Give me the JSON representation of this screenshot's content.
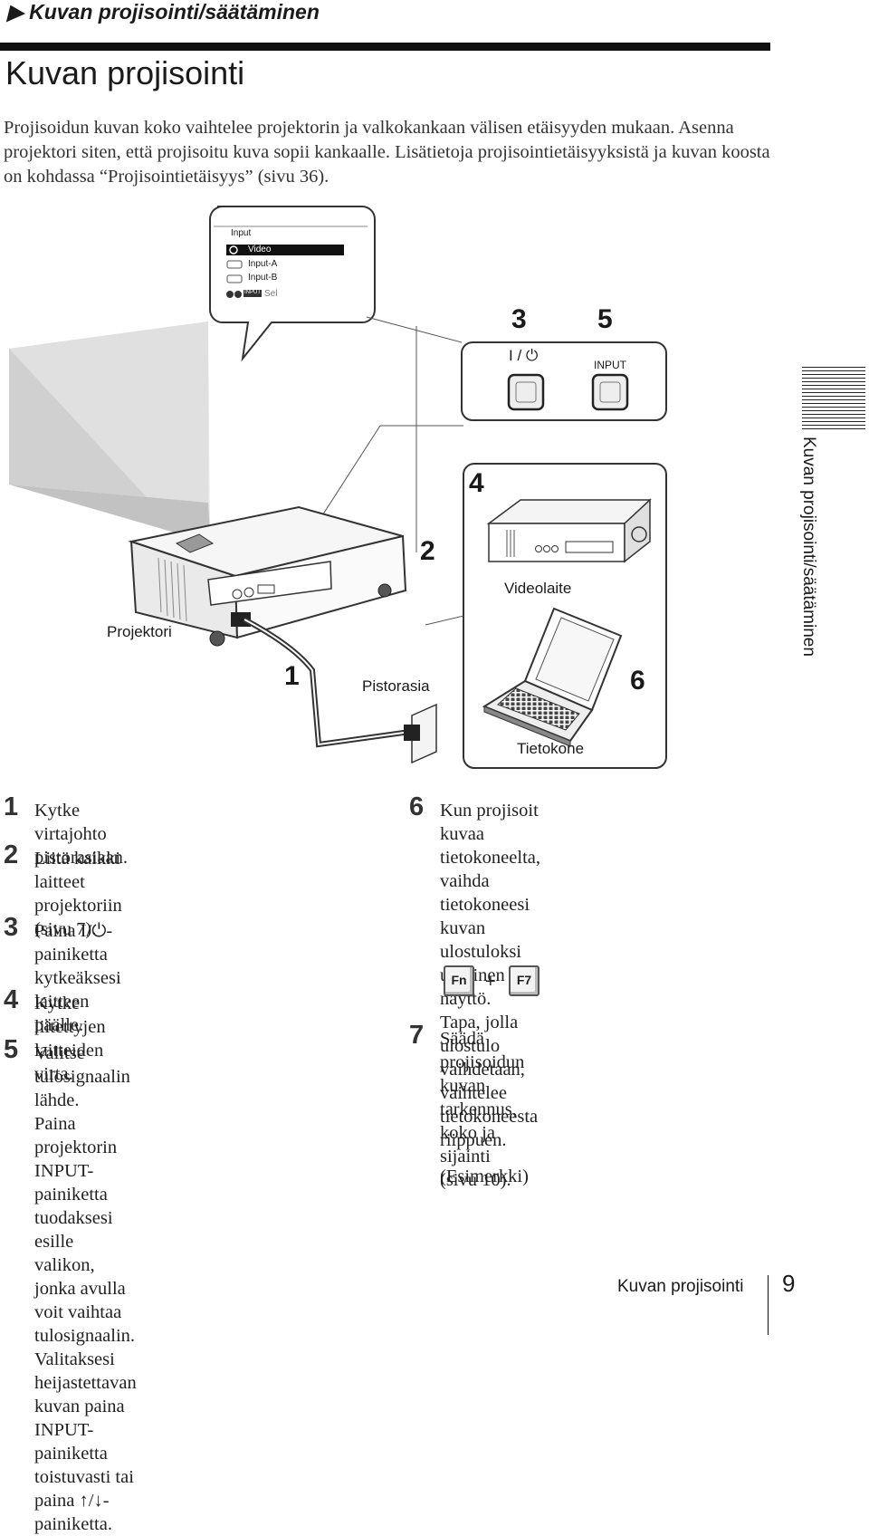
{
  "header": {
    "section_title": "Kuvan projisointi/säätäminen",
    "page_title": "Kuvan projisointi",
    "intro": "Projisoidun kuvan koko vaihtelee projektorin ja valkokankaan välisen etäisyyden mukaan. Asenna projektori siten, että projisoitu kuva sopii kankaalle. Lisätietoja projisointietäisyyksistä ja kuvan koosta on kohdassa “Projisointietäisyys” (sivu 36)."
  },
  "diagram": {
    "menu": {
      "title": "Input",
      "items": [
        "Video",
        "Input-A",
        "Input-B"
      ],
      "sel_key": "INPUT",
      "sel_label": "Sel"
    },
    "panel": {
      "num_power": "3",
      "num_input": "5",
      "power_label": "I / ⏻",
      "input_label": "INPUT"
    },
    "labels": {
      "projector": "Projektori",
      "outlet": "Pistorasia",
      "video": "Videolaite",
      "computer": "Tietokone"
    },
    "numbers": {
      "n1": "1",
      "n2": "2",
      "n4": "4",
      "n6": "6"
    }
  },
  "side_tab": "Kuvan projisointi/säätäminen",
  "steps": [
    {
      "num": "1",
      "text": "Kytke virtajohto pistorasiaan."
    },
    {
      "num": "2",
      "lines": [
        "Liitä kaikki laitteet projektoriin",
        "(sivu 7)."
      ]
    },
    {
      "num": "3",
      "lines": [
        "Paina I/⏻-painiketta kytkeäksesi",
        "laitteen päälle."
      ]
    },
    {
      "num": "4",
      "text": "Kytke liitettyjen laitteiden virta."
    },
    {
      "num": "5",
      "text": "Valitse tulosignaalin lähde.",
      "detail": [
        "Paina projektorin INPUT-painiketta",
        "tuodaksesi esille valikon, jonka avulla",
        "voit vaihtaa tulosignaalin. Valitaksesi",
        "heijastettavan kuvan paina INPUT-",
        "painiketta toistuvasti tai paina ↑/↓-",
        "painiketta."
      ]
    },
    {
      "num": "6",
      "lines": [
        "Kun projisoit kuvaa tietokoneelta,",
        "vaihda tietokoneesi kuvan ulostuloksi",
        "ulkoinen näyttö."
      ],
      "detail": [
        "Tapa, jolla ulostulo vaihdetaan, vaihtelee",
        "tietokoneesta riippuen."
      ],
      "example": "(Esimerkki)",
      "keys": [
        "Fn",
        "F7"
      ],
      "plus": "+"
    },
    {
      "num": "7",
      "lines": [
        "Säädä projisoidun kuvan tarkennus,",
        "koko ja sijainti (sivu 10)."
      ]
    }
  ],
  "footer": {
    "label": "Kuvan projisointi",
    "page": "9"
  }
}
